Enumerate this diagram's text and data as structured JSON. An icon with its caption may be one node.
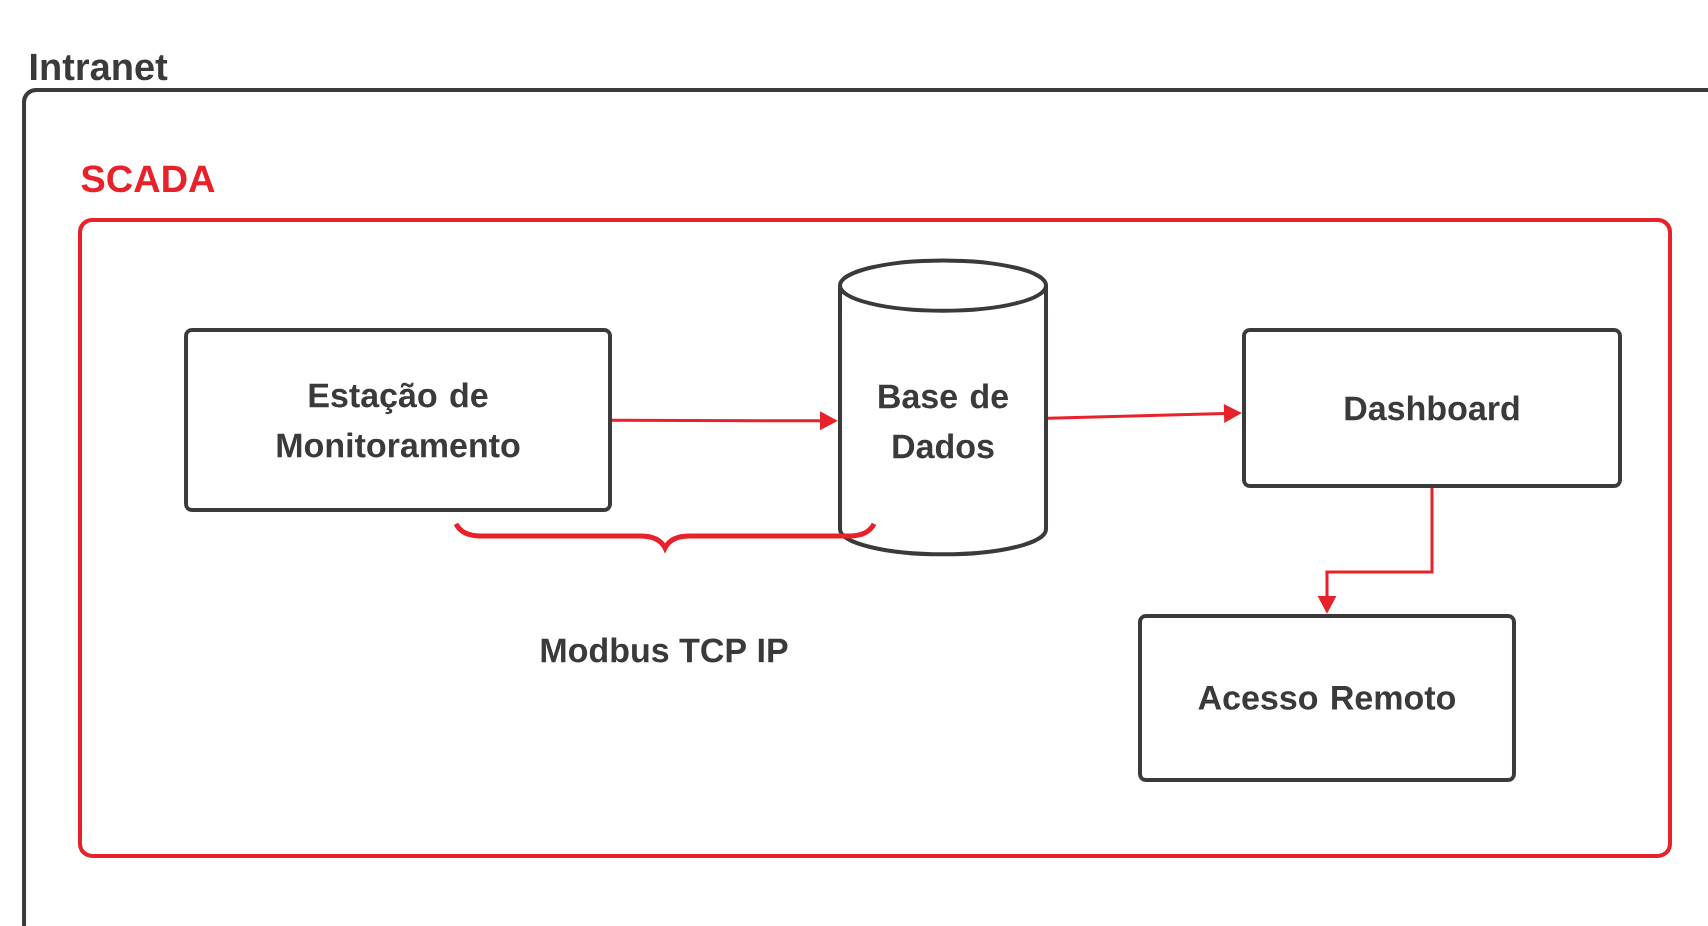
{
  "diagram": {
    "nodes": [
      {
        "text": [
          "Intranet"
        ]
      },
      {
        "text": [
          "SCADA"
        ],
        "in": 0
      },
      {
        "text": [
          "Estação de Monitoramento"
        ],
        "in": 1
      },
      {
        "text": [
          "Base de Dados"
        ],
        "in": 1
      },
      {
        "text": [
          "Dashboard"
        ],
        "in": 1
      },
      {
        "text": [
          "Acesso Remoto"
        ],
        "in": 1
      }
    ],
    "edges": [
      {
        "from": 2,
        "to": 3,
        "arrow": "to"
      },
      {
        "from": 3,
        "to": 4,
        "arrow": "to"
      },
      {
        "from": 4,
        "to": 5,
        "arrow": "to"
      }
    ],
    "labels": [
      "Modbus TCP IP"
    ]
  }
}
